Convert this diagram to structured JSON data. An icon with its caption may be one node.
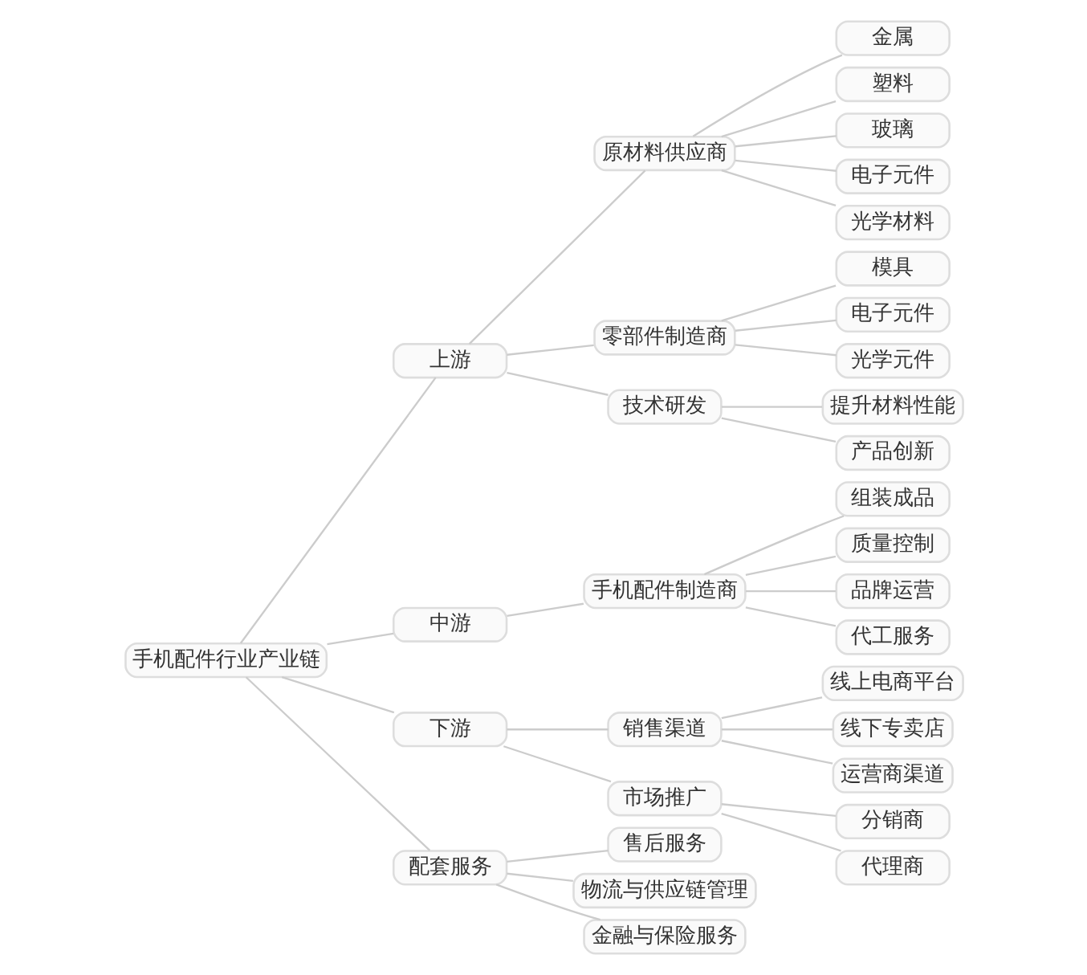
{
  "diagram": {
    "nodes": [
      {
        "text": [
          "手机配件行业产业链"
        ]
      },
      {
        "text": [
          "上游"
        ]
      },
      {
        "text": [
          "原材料供应商"
        ]
      },
      {
        "text": [
          "金属"
        ]
      },
      {
        "text": [
          "塑料"
        ]
      },
      {
        "text": [
          "玻璃"
        ]
      },
      {
        "text": [
          "电子元件"
        ]
      },
      {
        "text": [
          "光学材料"
        ]
      },
      {
        "text": [
          "零部件制造商"
        ]
      },
      {
        "text": [
          "模具"
        ]
      },
      {
        "text": [
          "电子元件"
        ]
      },
      {
        "text": [
          "光学元件"
        ]
      },
      {
        "text": [
          "技术研发"
        ]
      },
      {
        "text": [
          "提升材料性能"
        ]
      },
      {
        "text": [
          "产品创新"
        ]
      },
      {
        "text": [
          "中游"
        ]
      },
      {
        "text": [
          "手机配件制造商"
        ]
      },
      {
        "text": [
          "组装成品"
        ]
      },
      {
        "text": [
          "质量控制"
        ]
      },
      {
        "text": [
          "品牌运营"
        ]
      },
      {
        "text": [
          "代工服务"
        ]
      },
      {
        "text": [
          "下游"
        ]
      },
      {
        "text": [
          "销售渠道"
        ]
      },
      {
        "text": [
          "线上电商平台"
        ]
      },
      {
        "text": [
          "线下专卖店"
        ]
      },
      {
        "text": [
          "运营商渠道"
        ]
      },
      {
        "text": [
          "市场推广"
        ]
      },
      {
        "text": [
          "分销商"
        ]
      },
      {
        "text": [
          "代理商"
        ]
      },
      {
        "text": [
          "配套服务"
        ]
      },
      {
        "text": [
          "售后服务"
        ]
      },
      {
        "text": [
          "物流与供应链管理"
        ]
      },
      {
        "text": [
          "金融与保险服务"
        ]
      }
    ],
    "edges": [
      {
        "from": 0,
        "to": 1,
        "arrow": "none"
      },
      {
        "from": 1,
        "to": 2,
        "arrow": "none"
      },
      {
        "from": 2,
        "to": 3,
        "arrow": "none"
      },
      {
        "from": 2,
        "to": 4,
        "arrow": "none"
      },
      {
        "from": 2,
        "to": 5,
        "arrow": "none"
      },
      {
        "from": 2,
        "to": 6,
        "arrow": "none"
      },
      {
        "from": 2,
        "to": 7,
        "arrow": "none"
      },
      {
        "from": 1,
        "to": 8,
        "arrow": "none"
      },
      {
        "from": 8,
        "to": 9,
        "arrow": "none"
      },
      {
        "from": 8,
        "to": 10,
        "arrow": "none"
      },
      {
        "from": 8,
        "to": 11,
        "arrow": "none"
      },
      {
        "from": 1,
        "to": 12,
        "arrow": "none"
      },
      {
        "from": 12,
        "to": 13,
        "arrow": "none"
      },
      {
        "from": 12,
        "to": 14,
        "arrow": "none"
      },
      {
        "from": 0,
        "to": 15,
        "arrow": "none"
      },
      {
        "from": 15,
        "to": 16,
        "arrow": "none"
      },
      {
        "from": 16,
        "to": 17,
        "arrow": "none"
      },
      {
        "from": 16,
        "to": 18,
        "arrow": "none"
      },
      {
        "from": 16,
        "to": 19,
        "arrow": "none"
      },
      {
        "from": 16,
        "to": 20,
        "arrow": "none"
      },
      {
        "from": 0,
        "to": 21,
        "arrow": "none"
      },
      {
        "from": 21,
        "to": 22,
        "arrow": "none"
      },
      {
        "from": 22,
        "to": 23,
        "arrow": "none"
      },
      {
        "from": 22,
        "to": 24,
        "arrow": "none"
      },
      {
        "from": 22,
        "to": 25,
        "arrow": "none"
      },
      {
        "from": 21,
        "to": 26,
        "arrow": "none"
      },
      {
        "from": 26,
        "to": 27,
        "arrow": "none"
      },
      {
        "from": 26,
        "to": 28,
        "arrow": "none"
      },
      {
        "from": 0,
        "to": 29,
        "arrow": "none"
      },
      {
        "from": 29,
        "to": 30,
        "arrow": "none"
      },
      {
        "from": 29,
        "to": 31,
        "arrow": "none"
      },
      {
        "from": 29,
        "to": 32,
        "arrow": "none"
      }
    ]
  }
}
